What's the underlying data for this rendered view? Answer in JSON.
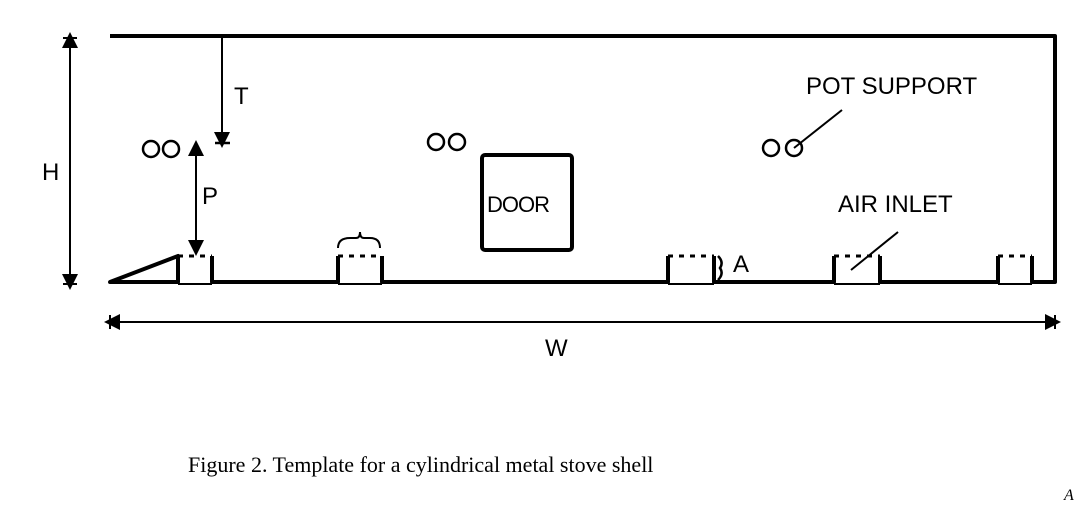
{
  "diagram": {
    "labels": {
      "height": "H",
      "width": "W",
      "top_distance": "T",
      "pot_distance": "P",
      "air_distance": "A",
      "door": "DOOR",
      "pot_support": "POT SUPPORT",
      "air_inlet": "AIR INLET"
    },
    "caption": "Figure 2. Template for a cylindrical metal stove shell",
    "corner_mark": "A"
  }
}
